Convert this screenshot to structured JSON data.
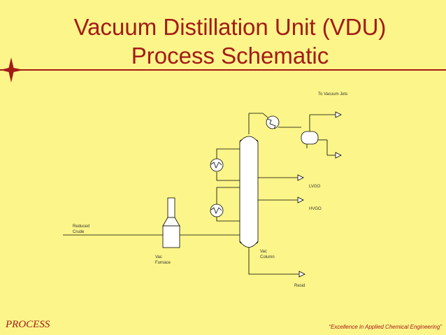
{
  "header": {
    "title_line1": "Vacuum Distillation Unit (VDU)",
    "title_line2": "Process Schematic"
  },
  "colors": {
    "accent": "#A31A17",
    "background": "#FCF589",
    "line": "#000000"
  },
  "labels": {
    "to_vacuum_jets": "To Vacuum Jets",
    "lvgo": "LVGO",
    "hvgo": "HVGO",
    "reduced_crude_1": "Reduced",
    "reduced_crude_2": "Crude",
    "vac_furnace_1": "Vac",
    "vac_furnace_2": "Furnace",
    "vac_column_1": "Vac",
    "vac_column_2": "Column",
    "resid": "Resid"
  },
  "footer": {
    "left": "PROCESS",
    "right": "“Excellence in Applied Chemical Engineering”"
  },
  "icons": {
    "compass_star": "four-point-star-icon"
  }
}
